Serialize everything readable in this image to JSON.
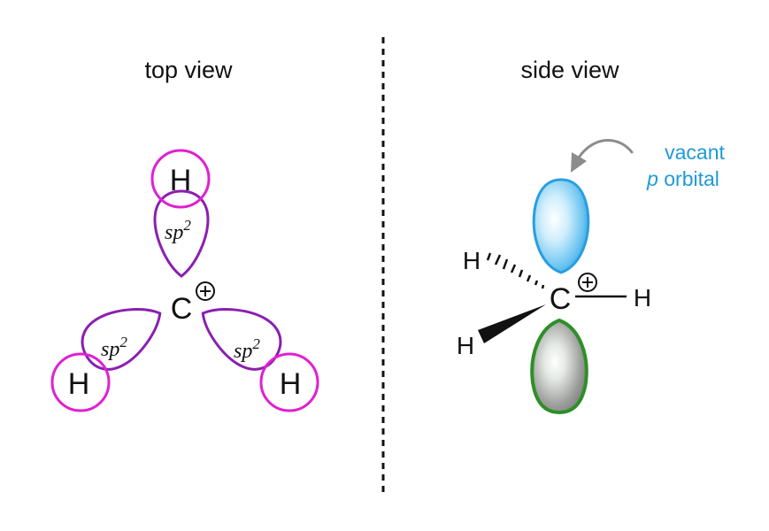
{
  "left_panel": {
    "title": "top view",
    "carbon": "C",
    "charge": "+",
    "bonds": [
      {
        "hydrogen": "H",
        "orbital": "sp",
        "superscript": "2"
      },
      {
        "hydrogen": "H",
        "orbital": "sp",
        "superscript": "2"
      },
      {
        "hydrogen": "H",
        "orbital": "sp",
        "superscript": "2"
      }
    ]
  },
  "right_panel": {
    "title": "side view",
    "carbon": "C",
    "charge": "+",
    "hydrogens": [
      "H",
      "H",
      "H"
    ],
    "annotation": {
      "line1": "vacant",
      "line2_italic": "p",
      "line2_rest": " orbital"
    }
  },
  "colors": {
    "hydrogen_circle": "#e020d0",
    "sp2_lobe": "#8a1fb0",
    "p_orbital_top": "#47b3ec",
    "p_orbital_bottom": "#2e8f27",
    "annotation_text": "#1e9ad6",
    "arrow": "#8c8c8c",
    "divider": "#111111"
  }
}
